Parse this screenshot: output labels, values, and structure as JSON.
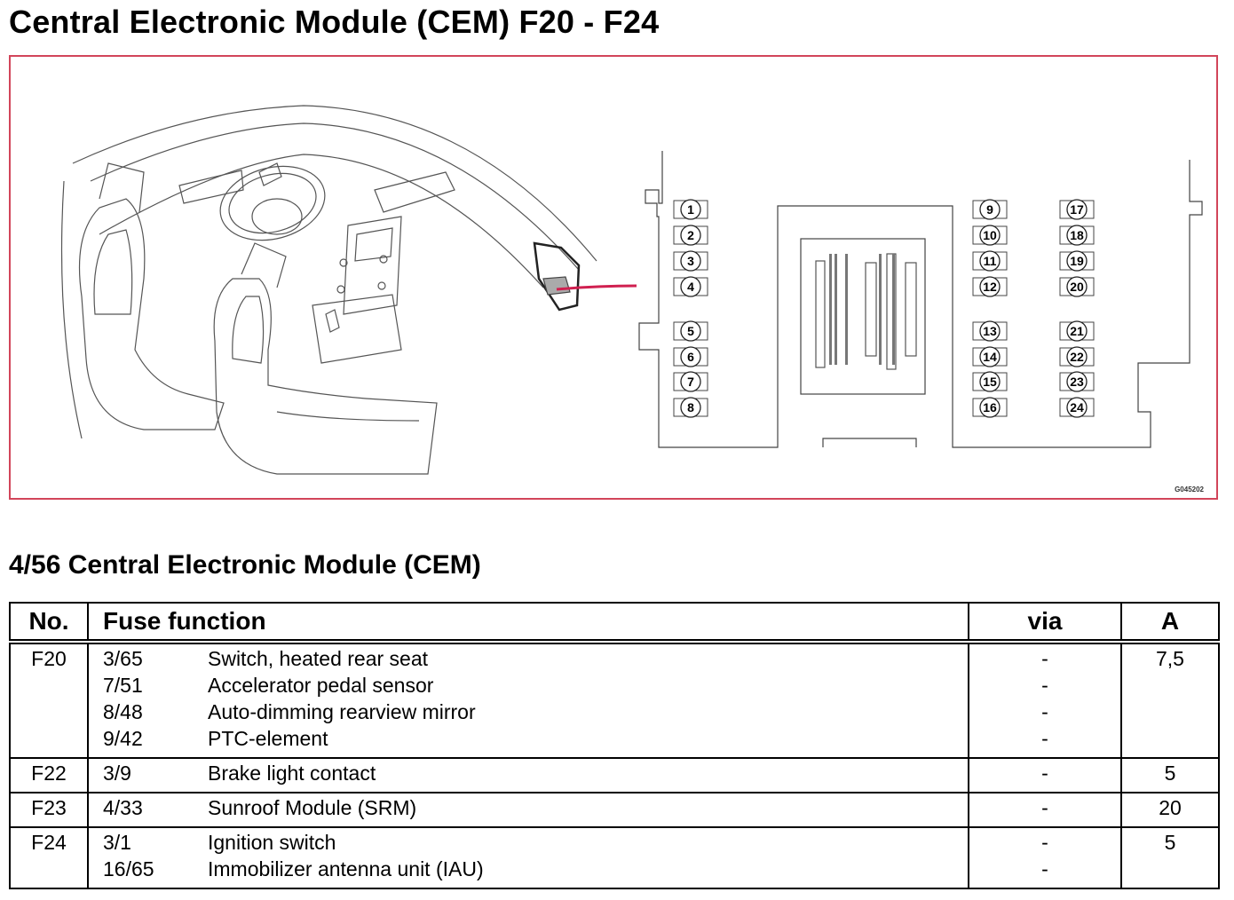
{
  "title": "Central Electronic Module (CEM) F20 - F24",
  "figure": {
    "code": "G045202",
    "fuse_labels": [
      "1",
      "2",
      "3",
      "4",
      "5",
      "6",
      "7",
      "8",
      "9",
      "10",
      "11",
      "12",
      "13",
      "14",
      "15",
      "16",
      "17",
      "18",
      "19",
      "20",
      "21",
      "22",
      "23",
      "24"
    ]
  },
  "subtitle": "4/56 Central Electronic Module (CEM)",
  "table": {
    "headers": {
      "no": "No.",
      "function": "Fuse function",
      "via": "via",
      "a": "A"
    },
    "rows": [
      {
        "no": "F20",
        "items": [
          {
            "code": "3/65",
            "desc": "Switch, heated rear seat",
            "via": "-"
          },
          {
            "code": "7/51",
            "desc": "Accelerator pedal sensor",
            "via": "-"
          },
          {
            "code": "8/48",
            "desc": "Auto-dimming rearview mirror",
            "via": "-"
          },
          {
            "code": "9/42",
            "desc": "PTC-element",
            "via": "-"
          }
        ],
        "a": "7,5"
      },
      {
        "no": "F22",
        "items": [
          {
            "code": "3/9",
            "desc": "Brake light contact",
            "via": "-"
          }
        ],
        "a": "5"
      },
      {
        "no": "F23",
        "items": [
          {
            "code": "4/33",
            "desc": "Sunroof Module (SRM)",
            "via": "-"
          }
        ],
        "a": "20"
      },
      {
        "no": "F24",
        "items": [
          {
            "code": "3/1",
            "desc": "Ignition switch",
            "via": "-"
          },
          {
            "code": "16/65",
            "desc": "Immobilizer antenna unit (IAU)",
            "via": "-"
          }
        ],
        "a": "5"
      }
    ]
  }
}
